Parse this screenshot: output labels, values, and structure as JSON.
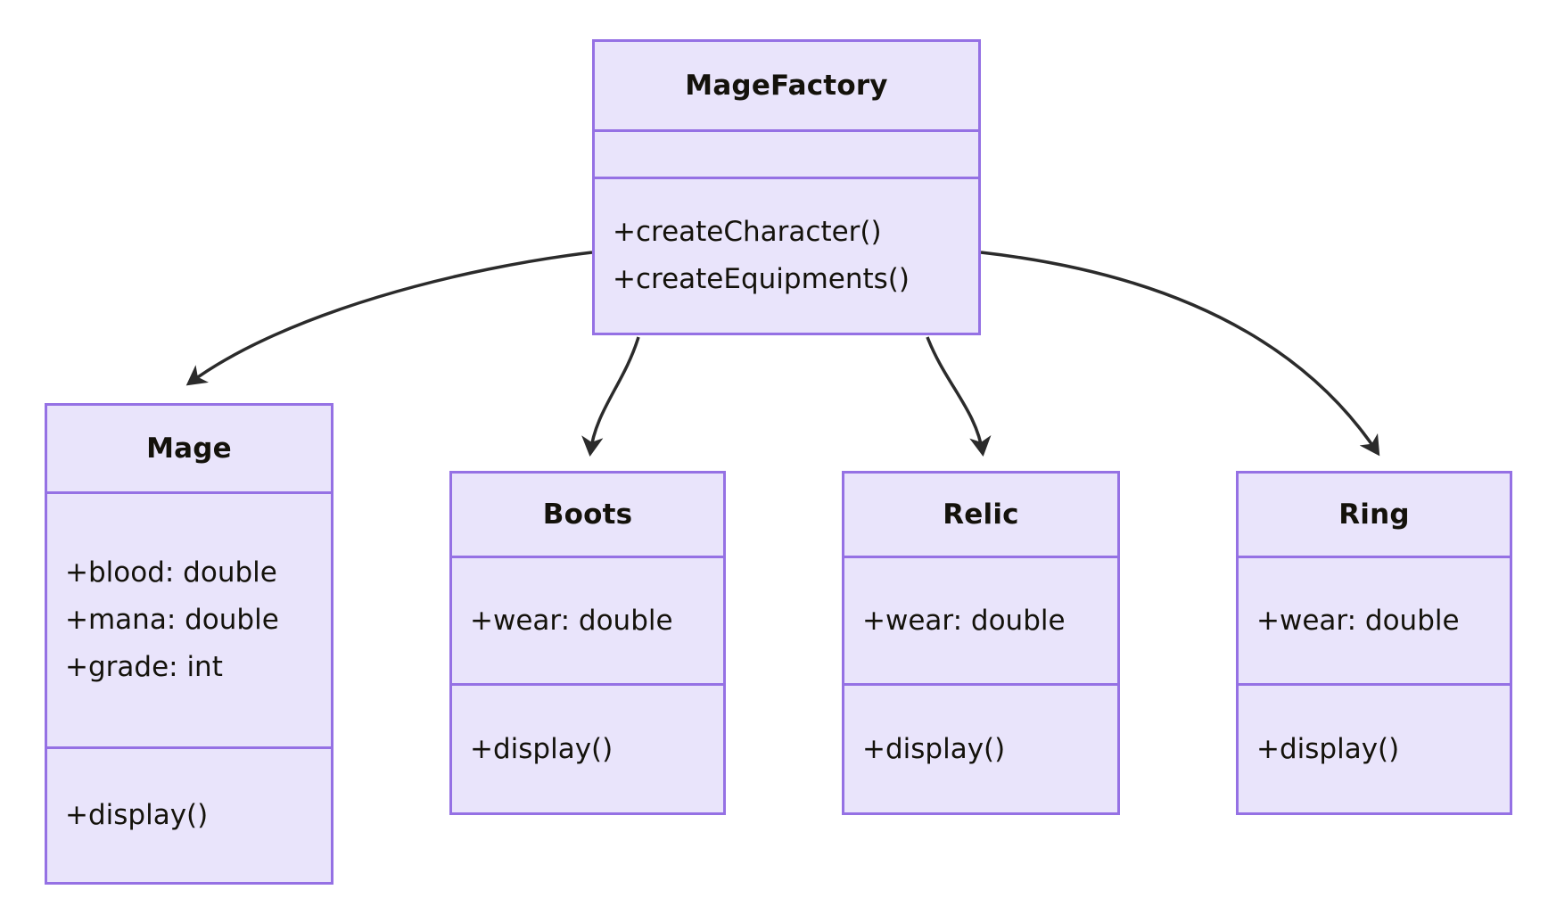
{
  "diagram": {
    "type": "uml-class-diagram",
    "background_color": "#ffffff",
    "node_fill_color": "#e9e4fb",
    "node_border_color": "#9571e4",
    "edge_color": "#2b2b2b",
    "text_color": "#14120b"
  },
  "classes": {
    "magefactory": {
      "name": "MageFactory",
      "attributes": [],
      "methods": [
        "+createCharacter()",
        "+createEquipments()"
      ]
    },
    "mage": {
      "name": "Mage",
      "attributes": [
        "+blood: double",
        "+mana: double",
        "+grade: int"
      ],
      "methods": [
        "+display()"
      ]
    },
    "boots": {
      "name": "Boots",
      "attributes": [
        "+wear: double"
      ],
      "methods": [
        "+display()"
      ]
    },
    "relic": {
      "name": "Relic",
      "attributes": [
        "+wear: double"
      ],
      "methods": [
        "+display()"
      ]
    },
    "ring": {
      "name": "Ring",
      "attributes": [
        "+wear: double"
      ],
      "methods": [
        "+display()"
      ]
    }
  },
  "edges": [
    {
      "from": "MageFactory",
      "to": "Mage",
      "arrow": "solid-arrowhead"
    },
    {
      "from": "MageFactory",
      "to": "Boots",
      "arrow": "solid-arrowhead"
    },
    {
      "from": "MageFactory",
      "to": "Relic",
      "arrow": "solid-arrowhead"
    },
    {
      "from": "MageFactory",
      "to": "Ring",
      "arrow": "solid-arrowhead"
    }
  ]
}
